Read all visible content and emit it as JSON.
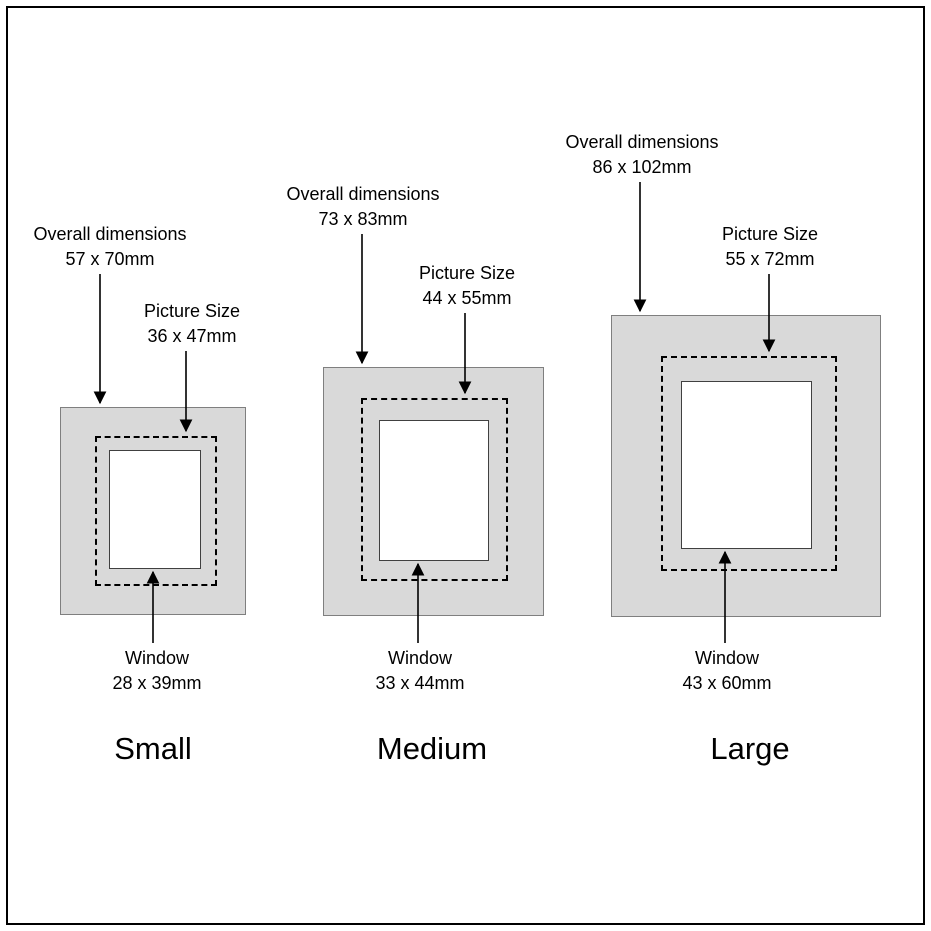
{
  "diagram": {
    "frames": [
      {
        "name": "Small",
        "overall": {
          "label": "Overall dimensions",
          "value": "57 x 70mm"
        },
        "picture": {
          "label": "Picture Size",
          "value": "36 x 47mm"
        },
        "window": {
          "label": "Window",
          "value": "28 x 39mm"
        }
      },
      {
        "name": "Medium",
        "overall": {
          "label": "Overall dimensions",
          "value": "73 x 83mm"
        },
        "picture": {
          "label": "Picture Size",
          "value": "44 x 55mm"
        },
        "window": {
          "label": "Window",
          "value": "33 x 44mm"
        }
      },
      {
        "name": "Large",
        "overall": {
          "label": "Overall dimensions",
          "value": "86 x 102mm"
        },
        "picture": {
          "label": "Picture Size",
          "value": "55 x 72mm"
        },
        "window": {
          "label": "Window",
          "value": "43 x 60mm"
        }
      }
    ],
    "colors": {
      "mat_fill": "#d9d9d9",
      "line": "#000000",
      "background": "#ffffff"
    }
  }
}
